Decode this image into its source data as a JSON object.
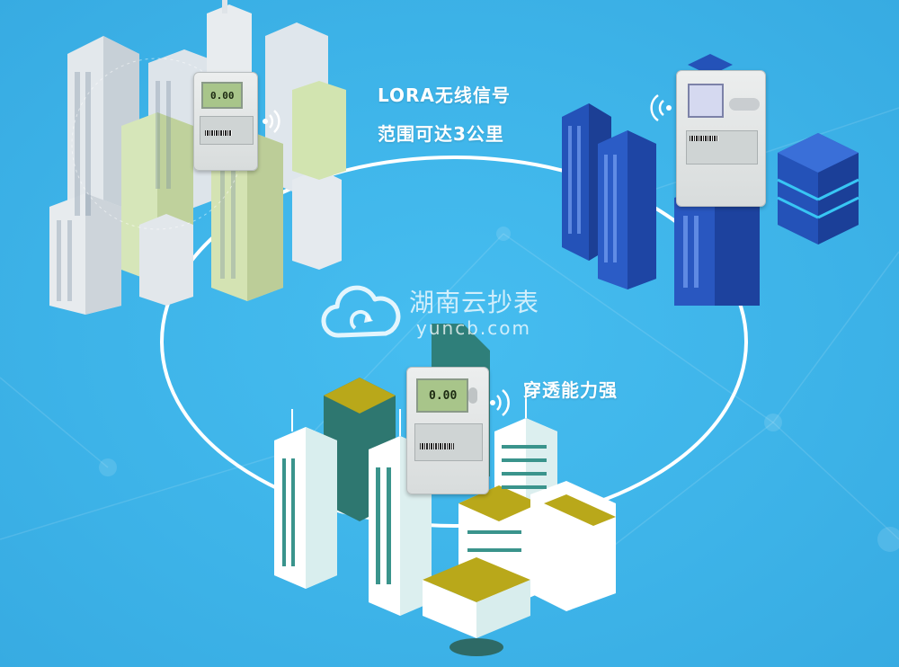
{
  "labels": {
    "lora_line1": "LORA无线信号",
    "lora_line2": "范围可达3公里",
    "penetration": "穿透能力强"
  },
  "watermark": {
    "brand_cn": "湖南云抄表",
    "brand_url": "yuncb.com",
    "icon": "cloud-sync-icon"
  },
  "meters": [
    {
      "id": "meter-left",
      "type": "three-phase smart meter",
      "display_value": "0.00",
      "location": "left city cluster"
    },
    {
      "id": "meter-right",
      "type": "concentrator",
      "display_value": "",
      "location": "right blue building cluster"
    },
    {
      "id": "meter-bottom",
      "type": "three-phase smart meter",
      "display_value": "0.00",
      "location": "bottom city cluster"
    }
  ],
  "icons": [
    "wifi-signal-icon",
    "cloud-sync-icon"
  ],
  "colors": {
    "background": "#3fb6ea",
    "ring": "#ffffff",
    "text": "#ffffff",
    "blue_buildings": "#1f4fb8",
    "teal_buildings": "#2f7f7a",
    "accent_olive": "#b9a81a"
  }
}
